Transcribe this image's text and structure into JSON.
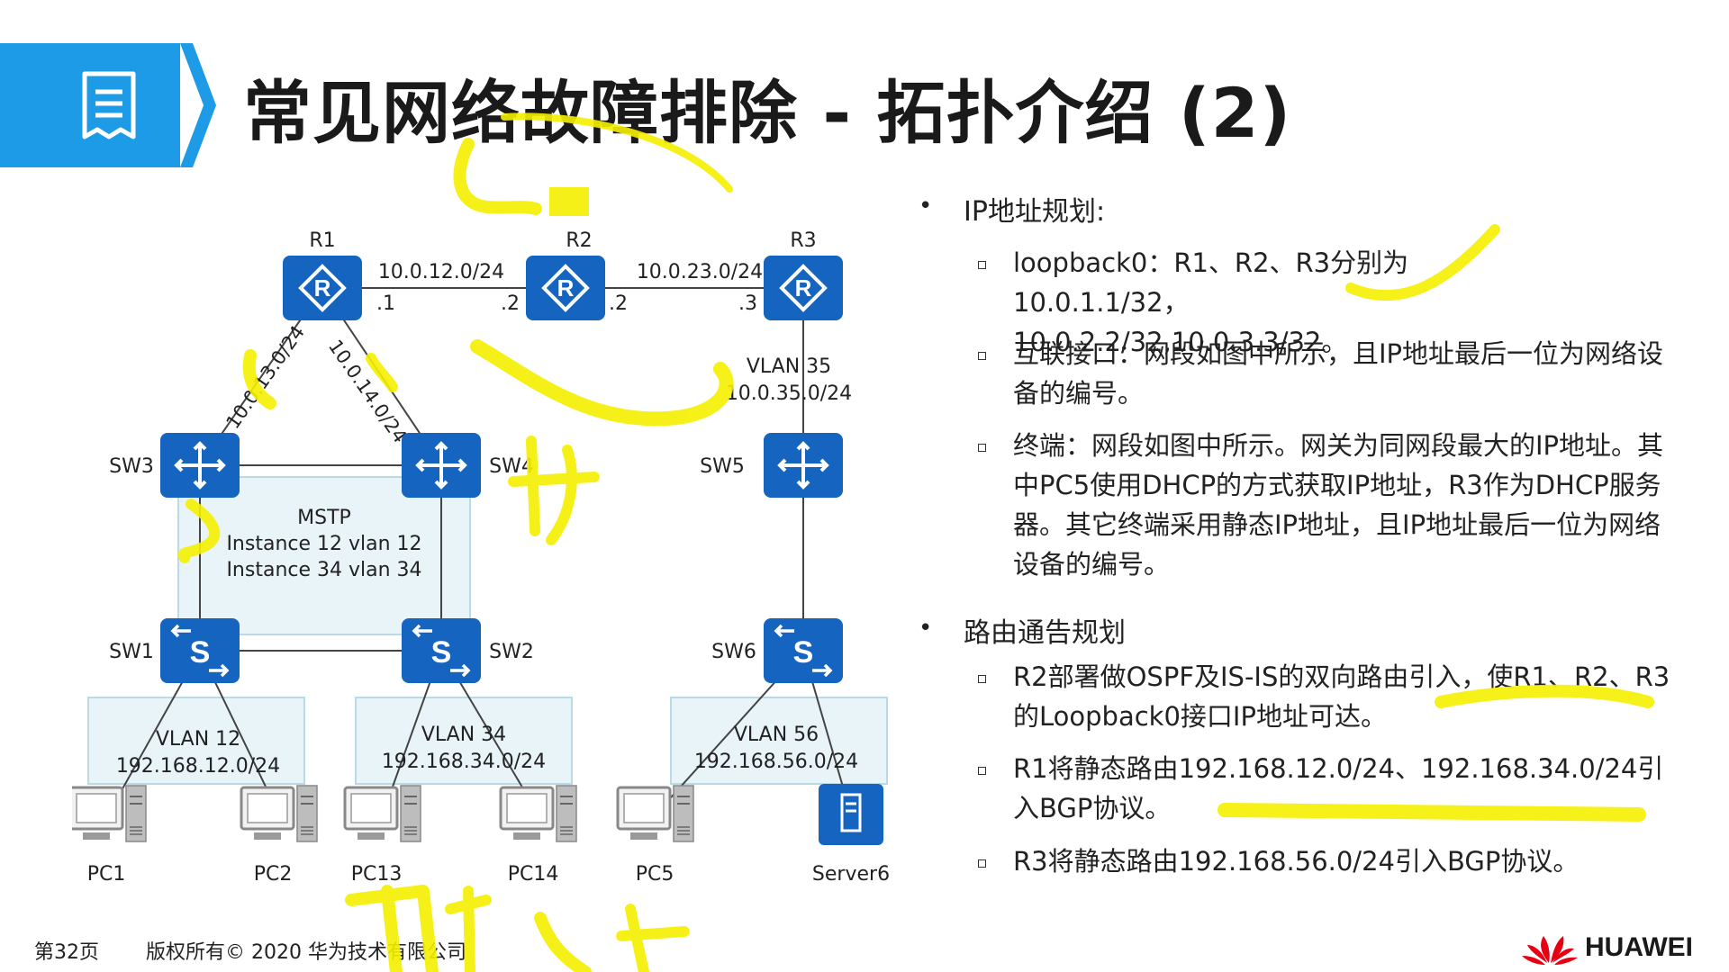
{
  "title": "常见网络故障排除 - 拓扑介绍 (2)",
  "footer": {
    "page": "第32页",
    "copyright": "版权所有© 2020 华为技术有限公司",
    "logo": "HUAWEI"
  },
  "diagram": {
    "routers": [
      {
        "name": "R1"
      },
      {
        "name": "R2"
      },
      {
        "name": "R3"
      }
    ],
    "links": {
      "r1_r2": {
        "net": "10.0.12.0/24",
        "a": ".1",
        "b": ".2"
      },
      "r2_r3": {
        "net": "10.0.23.0/24",
        "a": ".2",
        "b": ".3"
      },
      "r1_sw3": "10.0.13.0/24",
      "r1_sw4": "10.0.14.0/24",
      "r3_sw5_vlan": "VLAN 35",
      "r3_sw5_net": "10.0.35.0/24"
    },
    "switches": [
      "SW3",
      "SW4",
      "SW5",
      "SW1",
      "SW2",
      "SW6"
    ],
    "mstp": [
      "MSTP",
      "Instance 12 vlan 12",
      "Instance 34 vlan 34"
    ],
    "vlans": [
      {
        "vlan": "VLAN 12",
        "net": "192.168.12.0/24"
      },
      {
        "vlan": "VLAN 34",
        "net": "192.168.34.0/24"
      },
      {
        "vlan": "VLAN 56",
        "net": "192.168.56.0/24"
      }
    ],
    "hosts": [
      "PC1",
      "PC2",
      "PC13",
      "PC14",
      "PC5",
      "Server6"
    ]
  },
  "bullets": {
    "ip_plan": {
      "heading": "IP地址规划:",
      "items": [
        "loopback0：R1、R2、R3分别为10.0.1.1/32，10.0.2.2/32,10.0.3.3/32。",
        "互联接口：网段如图中所示，且IP地址最后一位为网络设备的编号。",
        "终端：网段如图中所示。网关为同网段最大的IP地址。其中PC5使用DHCP的方式获取IP地址，R3作为DHCP服务器。其它终端采用静态IP地址，且IP地址最后一位为网络设备的编号。"
      ]
    },
    "route_plan": {
      "heading": "路由通告规划",
      "items": [
        "R2部署做OSPF及IS-IS的双向路由引入，使R1、R2、R3的Loopback0接口IP地址可达。",
        "R1将静态路由192.168.12.0/24、192.168.34.0/24引入BGP协议。",
        "R3将静态路由192.168.56.0/24引入BGP协议。"
      ]
    }
  },
  "colors": {
    "accent": "#1e9be6",
    "device_blue": "#1565c0",
    "highlighter": "#f5f000"
  }
}
